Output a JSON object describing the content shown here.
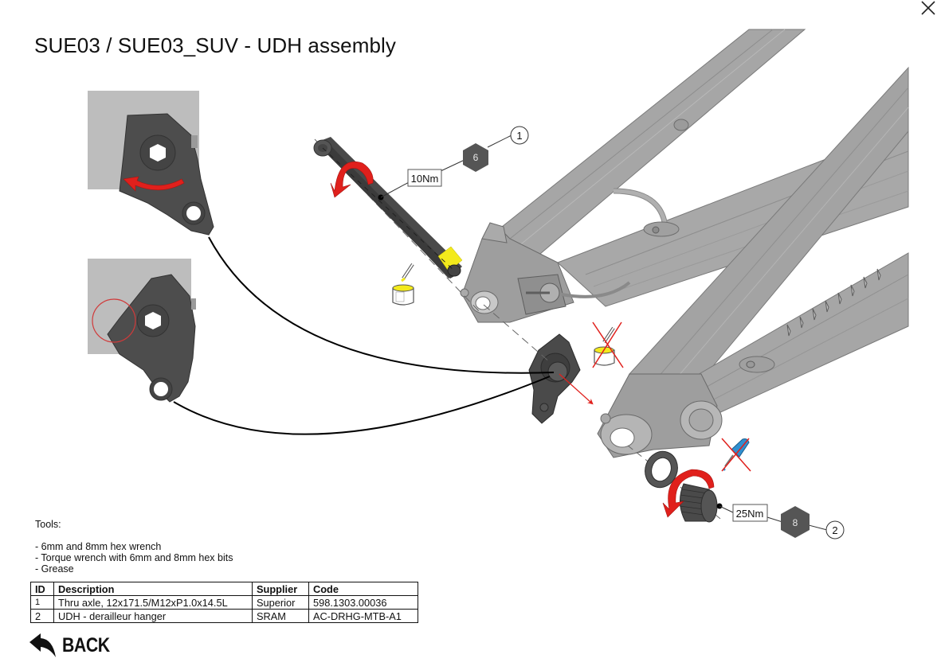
{
  "page": {
    "title": "SUE03 / SUE03_SUV - UDH assembly",
    "close_icon": "close-x-icon"
  },
  "diagram": {
    "callouts": [
      {
        "id": "1",
        "torque": "10Nm",
        "hex_size": "6",
        "part": "thru-axle"
      },
      {
        "id": "2",
        "torque": "25Nm",
        "hex_size": "8",
        "part": "udh-derailleur-hanger"
      }
    ],
    "icons": {
      "grease": "grease-pot-icon",
      "no_grease": "no-grease-icon",
      "no_threadlocker": "no-threadlocker-icon",
      "rotation_arrow": "rotation-arrow-icon"
    },
    "colors": {
      "frame": "#a3a3a3",
      "part_dark": "#4a4a4a",
      "hex_badge": "#555555",
      "arrow_red": "#e0201c",
      "grease_yellow": "#f3ea1c",
      "threadlocker_blue": "#2f8fd0"
    }
  },
  "tools": {
    "heading": "Tools:",
    "items": [
      "- 6mm and 8mm hex wrench",
      "- Torque wrench with 6mm and 8mm hex bits",
      "- Grease"
    ]
  },
  "parts_table": {
    "headers": [
      "ID",
      "Description",
      "Supplier",
      "Code"
    ],
    "rows": [
      {
        "id": "1",
        "description": "Thru axle, 12x171.5/M12xP1.0x14.5L",
        "supplier": "Superior",
        "code": "598.1303.00036"
      },
      {
        "id": "2",
        "description": "UDH - derailleur hanger",
        "supplier": "SRAM",
        "code": "AC-DRHG-MTB-A1"
      }
    ]
  },
  "back": {
    "label": "BACK",
    "icon": "back-arrow-icon"
  }
}
